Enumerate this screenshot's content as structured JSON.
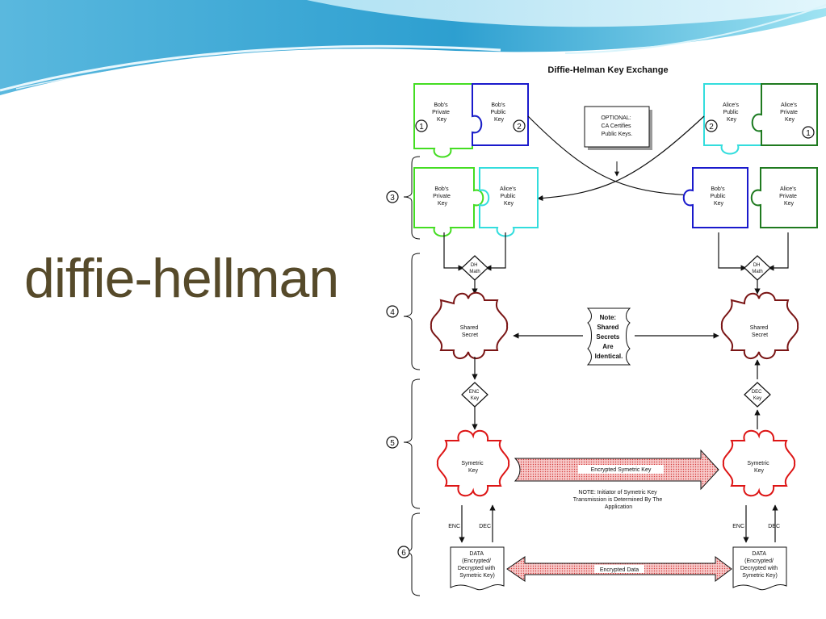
{
  "slide": {
    "title": "diffie-hellman"
  },
  "diagram": {
    "title": "Diffie-Helman Key Exchange",
    "bob_private_key": [
      "Bob's",
      "Private",
      "Key"
    ],
    "bob_public_key": [
      "Bob's",
      "Public",
      "Key"
    ],
    "alice_public_key": [
      "Alice's",
      "Public",
      "Key"
    ],
    "alice_private_key": [
      "Alice's",
      "Private",
      "Key"
    ],
    "optional_box": [
      "OPTIONAL:",
      "CA Certifies",
      "Public Keys."
    ],
    "dh_math": [
      "DH",
      "Math"
    ],
    "shared_secret": [
      "Shared",
      "Secret"
    ],
    "note_identical": [
      "Note:",
      "Shared",
      "Secrets",
      "Are",
      "Identical."
    ],
    "enc_key": [
      "ENC",
      "Key"
    ],
    "dec_key": [
      "DEC",
      "Key"
    ],
    "symmetric_key": [
      "Symetric",
      "Key"
    ],
    "encrypted_symmetric_key": "Encrypted Symetric Key",
    "note_initiator": [
      "NOTE: Initiator of Symetric Key",
      "Transmission is Determined By The",
      "Application"
    ],
    "enc": "ENC",
    "dec": "DEC",
    "data_doc": [
      "DATA",
      "(Encrypted/",
      "Decrypted with",
      "Symetric Key)"
    ],
    "encrypted_data": "Encrypted Data",
    "steps": [
      "1",
      "2",
      "3",
      "4",
      "5",
      "6"
    ]
  },
  "colors": {
    "title_text": "#564a2a",
    "bob_private": "#44dd22",
    "bob_public": "#1a1acc",
    "alice_public": "#33dddd",
    "alice_private": "#1f7a1f",
    "shared_secret": "#7a1515",
    "symmetric_key": "#dd1515",
    "arrow_fill": "#f4b8b8"
  }
}
